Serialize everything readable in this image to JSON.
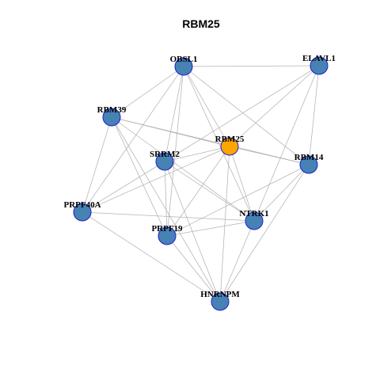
{
  "title": "RBM25",
  "colors": {
    "background": "#ffffff",
    "edge": "#b3b3b3",
    "node_fill": "#4682b4",
    "node_stroke": "#1f1fcc",
    "focus_fill": "#ffa500",
    "focus_stroke": "#1f1fcc",
    "label": "#000000"
  },
  "network": {
    "focus_node": "RBM25",
    "nodes": [
      {
        "id": "OBSL1"
      },
      {
        "id": "ELAVL1"
      },
      {
        "id": "RBM39"
      },
      {
        "id": "RBM25"
      },
      {
        "id": "SRRM2"
      },
      {
        "id": "RBM14"
      },
      {
        "id": "PRPF40A"
      },
      {
        "id": "NTRK1"
      },
      {
        "id": "PRPF19"
      },
      {
        "id": "HNRNPM"
      }
    ],
    "edges": [
      [
        "OBSL1",
        "ELAVL1"
      ],
      [
        "OBSL1",
        "RBM39"
      ],
      [
        "OBSL1",
        "SRRM2"
      ],
      [
        "OBSL1",
        "PRPF40A"
      ],
      [
        "OBSL1",
        "PRPF19"
      ],
      [
        "OBSL1",
        "RBM14"
      ],
      [
        "OBSL1",
        "NTRK1"
      ],
      [
        "OBSL1",
        "RBM25"
      ],
      [
        "ELAVL1",
        "SRRM2"
      ],
      [
        "ELAVL1",
        "RBM25"
      ],
      [
        "ELAVL1",
        "RBM14"
      ],
      [
        "ELAVL1",
        "NTRK1"
      ],
      [
        "RBM39",
        "RBM25"
      ],
      [
        "RBM39",
        "RBM14"
      ],
      [
        "RBM39",
        "PRPF40A"
      ],
      [
        "RBM39",
        "PRPF19"
      ],
      [
        "RBM39",
        "HNRNPM"
      ],
      [
        "RBM39",
        "NTRK1"
      ],
      [
        "RBM25",
        "SRRM2"
      ],
      [
        "RBM25",
        "PRPF40A"
      ],
      [
        "RBM25",
        "PRPF19"
      ],
      [
        "RBM25",
        "NTRK1"
      ],
      [
        "RBM25",
        "HNRNPM"
      ],
      [
        "RBM25",
        "RBM14"
      ],
      [
        "SRRM2",
        "PRPF40A"
      ],
      [
        "SRRM2",
        "PRPF19"
      ],
      [
        "SRRM2",
        "NTRK1"
      ],
      [
        "SRRM2",
        "HNRNPM"
      ],
      [
        "RBM14",
        "PRPF19"
      ],
      [
        "RBM14",
        "NTRK1"
      ],
      [
        "RBM14",
        "HNRNPM"
      ],
      [
        "PRPF40A",
        "NTRK1"
      ],
      [
        "PRPF40A",
        "HNRNPM"
      ],
      [
        "PRPF19",
        "NTRK1"
      ],
      [
        "PRPF19",
        "HNRNPM"
      ],
      [
        "NTRK1",
        "HNRNPM"
      ]
    ]
  }
}
